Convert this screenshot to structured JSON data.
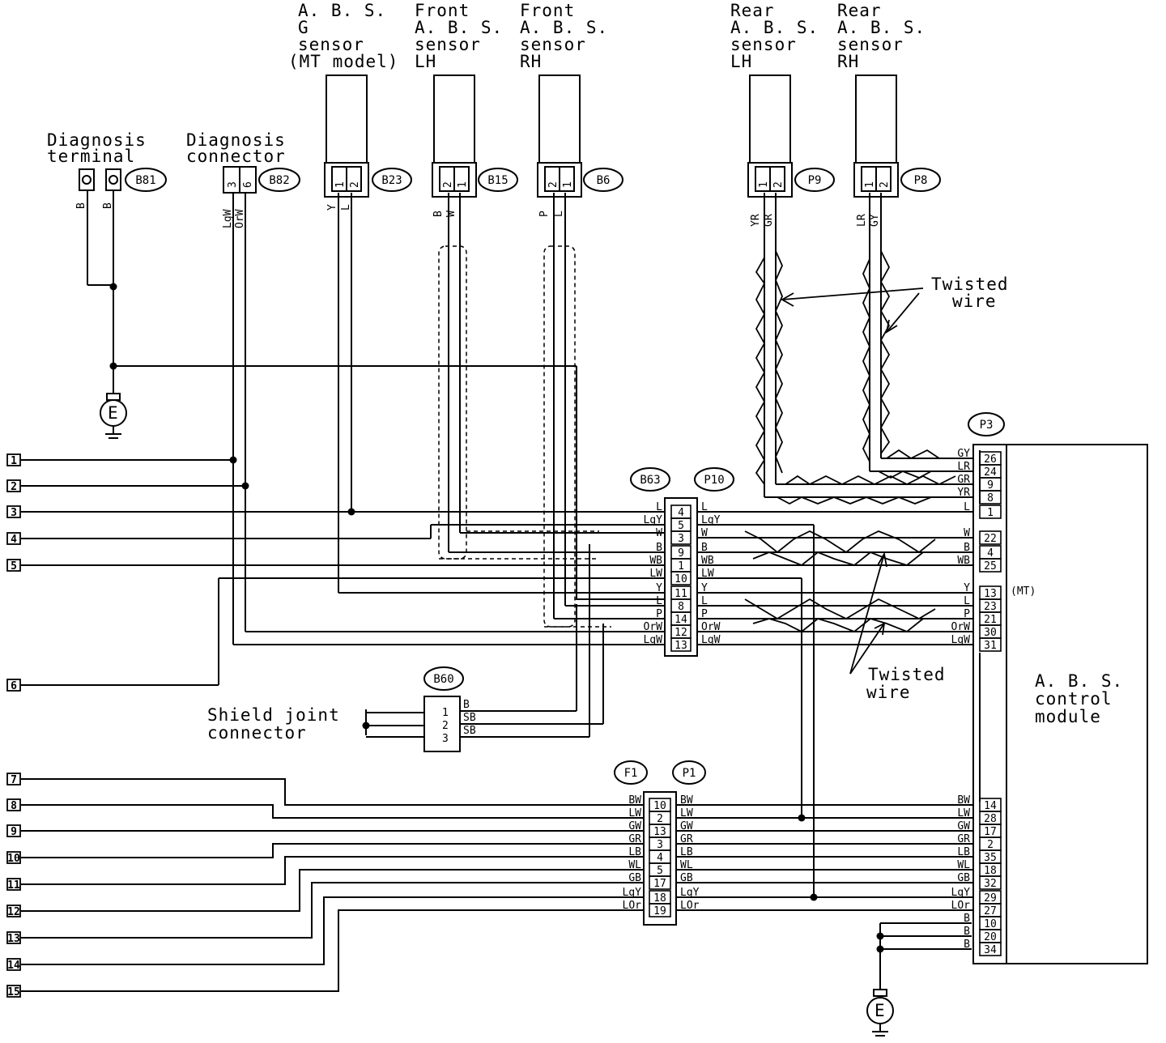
{
  "sensors": {
    "g_sensor": [
      "A. B. S.",
      "G",
      "sensor",
      "(MT model)"
    ],
    "front_lh": [
      "Front",
      "A. B. S.",
      "sensor",
      "LH"
    ],
    "front_rh": [
      "Front",
      "A. B. S.",
      "sensor",
      "RH"
    ],
    "rear_lh": [
      "Rear",
      "A. B. S.",
      "sensor",
      "LH"
    ],
    "rear_rh": [
      "Rear",
      "A. B. S.",
      "sensor",
      "RH"
    ]
  },
  "diagnosis": {
    "terminal": [
      "Diagnosis",
      "terminal"
    ],
    "connector": [
      "Diagnosis",
      "connector"
    ]
  },
  "connectors": {
    "B81": "B81",
    "B82": "B82",
    "B23": "B23",
    "B15": "B15",
    "B6": "B6",
    "P9": "P9",
    "P8": "P8",
    "P3": "P3",
    "B63": "B63",
    "P10": "P10",
    "B60": "B60",
    "F1": "F1",
    "P1": "P1"
  },
  "sensor_pins": {
    "B81": [
      "B",
      "B"
    ],
    "B82": [
      "3",
      "6",
      "LgW",
      "OrW"
    ],
    "B23": [
      "1",
      "2",
      "Y",
      "L"
    ],
    "B15": [
      "2",
      "1",
      "B",
      "W"
    ],
    "B6": [
      "2",
      "1",
      "P",
      "L"
    ],
    "P9": [
      "1",
      "2",
      "YR",
      "GR"
    ],
    "P8": [
      "1",
      "2",
      "LR",
      "GY"
    ]
  },
  "twisted_wire": [
    "Twisted",
    "wire"
  ],
  "shield": {
    "label": [
      "Shield joint",
      "connector"
    ],
    "pins": [
      "1",
      "2",
      "3"
    ],
    "wires": [
      "B",
      "SB",
      "SB"
    ]
  },
  "ground": "E",
  "module": {
    "label": [
      "A. B. S.",
      "control",
      "module"
    ],
    "mt": "(MT)"
  },
  "p3_rows": [
    {
      "pin": "26",
      "wire": "GY"
    },
    {
      "pin": "24",
      "wire": "LR"
    },
    {
      "pin": "9",
      "wire": "GR"
    },
    {
      "pin": "8",
      "wire": "YR"
    },
    {
      "pin": "1",
      "wire": "L"
    },
    {
      "pin": "",
      "wire": ""
    },
    {
      "pin": "22",
      "wire": "W"
    },
    {
      "pin": "4",
      "wire": "B"
    },
    {
      "pin": "25",
      "wire": "WB"
    },
    {
      "pin": "",
      "wire": ""
    },
    {
      "pin": "13",
      "wire": "Y"
    },
    {
      "pin": "23",
      "wire": "L"
    },
    {
      "pin": "21",
      "wire": "P"
    },
    {
      "pin": "30",
      "wire": "OrW"
    },
    {
      "pin": "31",
      "wire": "LgW"
    }
  ],
  "p3_rows_lower": [
    {
      "pin": "14",
      "wire": "BW"
    },
    {
      "pin": "28",
      "wire": "LW"
    },
    {
      "pin": "17",
      "wire": "GW"
    },
    {
      "pin": "2",
      "wire": "GR"
    },
    {
      "pin": "35",
      "wire": "LB"
    },
    {
      "pin": "18",
      "wire": "WL"
    },
    {
      "pin": "32",
      "wire": "GB"
    },
    {
      "pin": "29",
      "wire": "LgY"
    },
    {
      "pin": "27",
      "wire": "LOr"
    },
    {
      "pin": "10",
      "wire": "B"
    },
    {
      "pin": "20",
      "wire": "B"
    },
    {
      "pin": "34",
      "wire": "B"
    }
  ],
  "b63_rows": [
    {
      "pin": "4",
      "left": "L",
      "right": "L"
    },
    {
      "pin": "5",
      "left": "LgY",
      "right": "LgY"
    },
    {
      "pin": "3",
      "left": "W",
      "right": "W"
    },
    {
      "pin": "9",
      "left": "B",
      "right": "B"
    },
    {
      "pin": "1",
      "left": "WB",
      "right": "WB"
    },
    {
      "pin": "10",
      "left": "LW",
      "right": "LW"
    },
    {
      "pin": "11",
      "left": "Y",
      "right": "Y"
    },
    {
      "pin": "8",
      "left": "L",
      "right": "L"
    },
    {
      "pin": "14",
      "left": "P",
      "right": "P"
    },
    {
      "pin": "12",
      "left": "OrW",
      "right": "OrW"
    },
    {
      "pin": "13",
      "left": "LgW",
      "right": "LgW"
    }
  ],
  "f1_rows": [
    {
      "pin": "10",
      "left": "BW",
      "right": "BW"
    },
    {
      "pin": "2",
      "left": "LW",
      "right": "LW"
    },
    {
      "pin": "13",
      "left": "GW",
      "right": "GW"
    },
    {
      "pin": "3",
      "left": "GR",
      "right": "GR"
    },
    {
      "pin": "4",
      "left": "LB",
      "right": "LB"
    },
    {
      "pin": "5",
      "left": "WL",
      "right": "WL"
    },
    {
      "pin": "17",
      "left": "GB",
      "right": "GB"
    },
    {
      "pin": "18",
      "left": "LgY",
      "right": "LgY"
    },
    {
      "pin": "19",
      "left": "LOr",
      "right": "LOr"
    }
  ],
  "line_refs": [
    "1",
    "2",
    "3",
    "4",
    "5",
    "6",
    "7",
    "8",
    "9",
    "10",
    "11",
    "12",
    "13",
    "14",
    "15"
  ],
  "style": {
    "ink": "#000000",
    "paper": "#ffffff"
  }
}
